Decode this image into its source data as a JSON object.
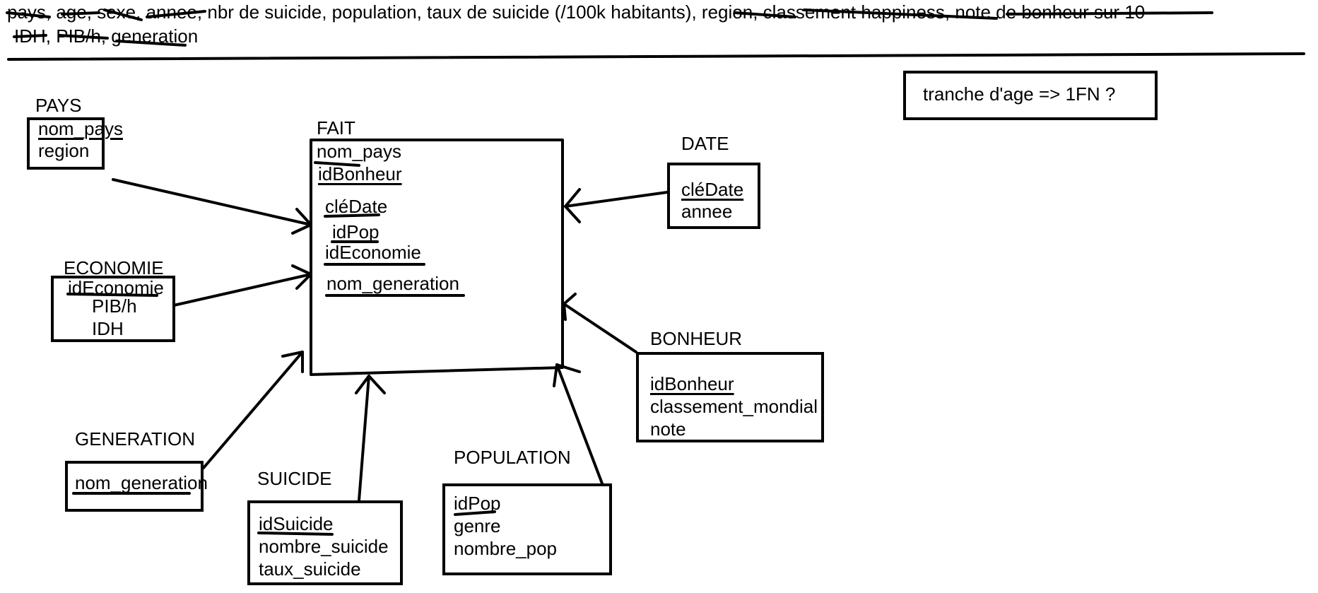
{
  "header": {
    "line1": [
      {
        "text": "pays",
        "struck": true
      },
      {
        "text": ", ",
        "struck": false
      },
      {
        "text": "age",
        "struck": true
      },
      {
        "text": ", ",
        "struck": false
      },
      {
        "text": "sexe",
        "struck": true
      },
      {
        "text": ", ",
        "struck": false
      },
      {
        "text": "annee",
        "struck": true
      },
      {
        "text": ", nbr de suicide, population, taux de suicide (/100k habitants), ",
        "struck": false
      },
      {
        "text": "region",
        "struck": true
      },
      {
        "text": ", ",
        "struck": false
      },
      {
        "text": "classement happiness",
        "struck": true
      },
      {
        "text": ", ",
        "struck": false
      },
      {
        "text": "note de bonheur sur 10",
        "struck": true
      }
    ],
    "line2": [
      {
        "text": "IDH",
        "struck": true
      },
      {
        "text": ", ",
        "struck": false
      },
      {
        "text": "PIB/h",
        "struck": true
      },
      {
        "text": ", ",
        "struck": false
      },
      {
        "text": "generation",
        "struck": true
      }
    ]
  },
  "note": "tranche d'age => 1FN ?",
  "entities": {
    "pays": {
      "title": "PAYS",
      "fields": [
        "nom_pays",
        "region"
      ]
    },
    "fait": {
      "title": "FAIT",
      "fields": [
        "nom_pays",
        "idBonheur",
        "cléDate",
        "idPop",
        "idEconomie",
        "nom_generation"
      ]
    },
    "date": {
      "title": "DATE",
      "fields": [
        "cléDate",
        "annee"
      ]
    },
    "economie": {
      "title": "ECONOMIE",
      "fields": [
        "idEconomie",
        "PIB/h",
        "IDH"
      ]
    },
    "bonheur": {
      "title": "BONHEUR",
      "fields": [
        "idBonheur",
        "classement_mondial",
        "note"
      ]
    },
    "generation": {
      "title": "GENERATION",
      "fields": [
        "nom_generation"
      ]
    },
    "suicide": {
      "title": "SUICIDE",
      "fields": [
        "idSuicide",
        "nombre_suicide",
        "taux_suicide"
      ]
    },
    "population": {
      "title": "POPULATION",
      "fields": [
        "idPop",
        "genre",
        "nombre_pop"
      ]
    }
  },
  "colors": {
    "ink": "#000000",
    "background": "#ffffff"
  }
}
